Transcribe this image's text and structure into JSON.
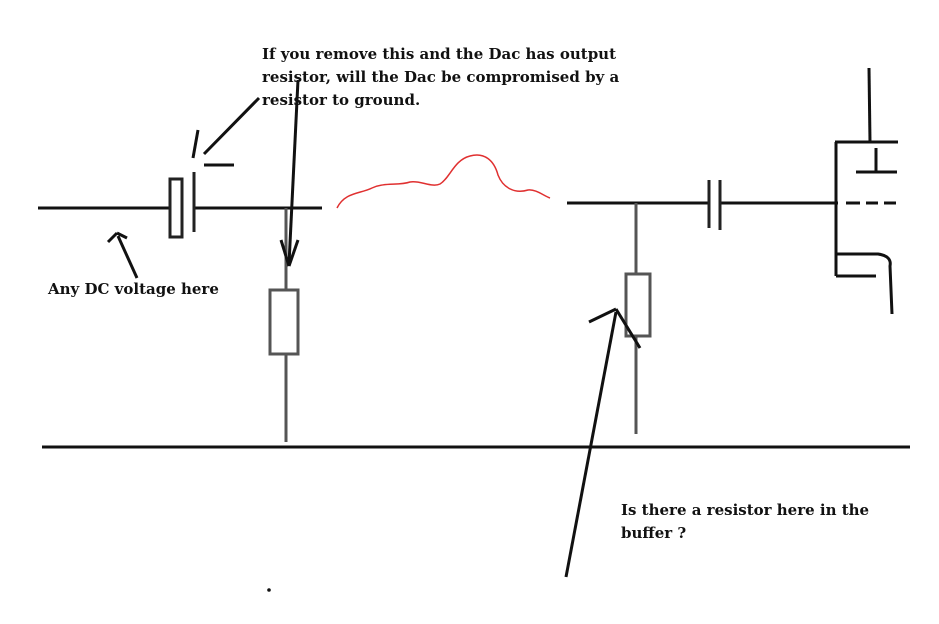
{
  "annotations": {
    "dac_question": [
      "If you remove this and the Dac has output",
      "resistor, will the Dac be compromised by a",
      "resistor to ground."
    ],
    "dc_voltage": "Any DC voltage here",
    "buffer_question": [
      "Is there a resistor here in the",
      "buffer ?"
    ]
  },
  "colors": {
    "ink": "#111111",
    "component": "#555555",
    "break_line": "#e03030",
    "background": "#ffffff"
  }
}
